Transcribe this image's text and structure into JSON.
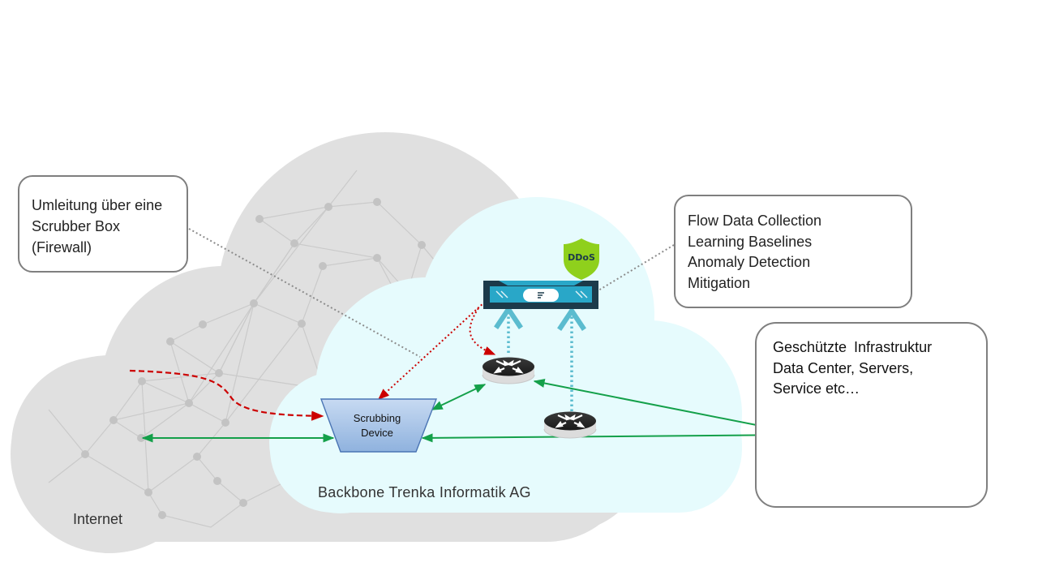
{
  "callouts": {
    "scrubber": [
      "Umleitung über eine",
      "Scrubber Box",
      "(Firewall)"
    ],
    "flow": [
      "Flow Data Collection",
      "Learning Baselines",
      "Anomaly Detection",
      "Mitigation"
    ],
    "infra": [
      "Geschützte Infrastruktur",
      "Data Center, Servers,",
      "Service etc…"
    ]
  },
  "labels": {
    "internet": "Internet",
    "backbone": "Backbone Trenka Informatik AG",
    "scrubbing_device": [
      "Scrubbing",
      "Device"
    ],
    "ddos_shield": "DDoS"
  },
  "colors": {
    "internet_cloud": "#e0e0e0",
    "backbone_cloud": "#e6fbfd",
    "link_green": "#14a04a",
    "redirect_red": "#cc0000",
    "flow_dotted": "#5bbccf",
    "shield_green": "#8fd01c",
    "appliance_blue": "#29a7c8",
    "server_green": "#79a84a"
  }
}
